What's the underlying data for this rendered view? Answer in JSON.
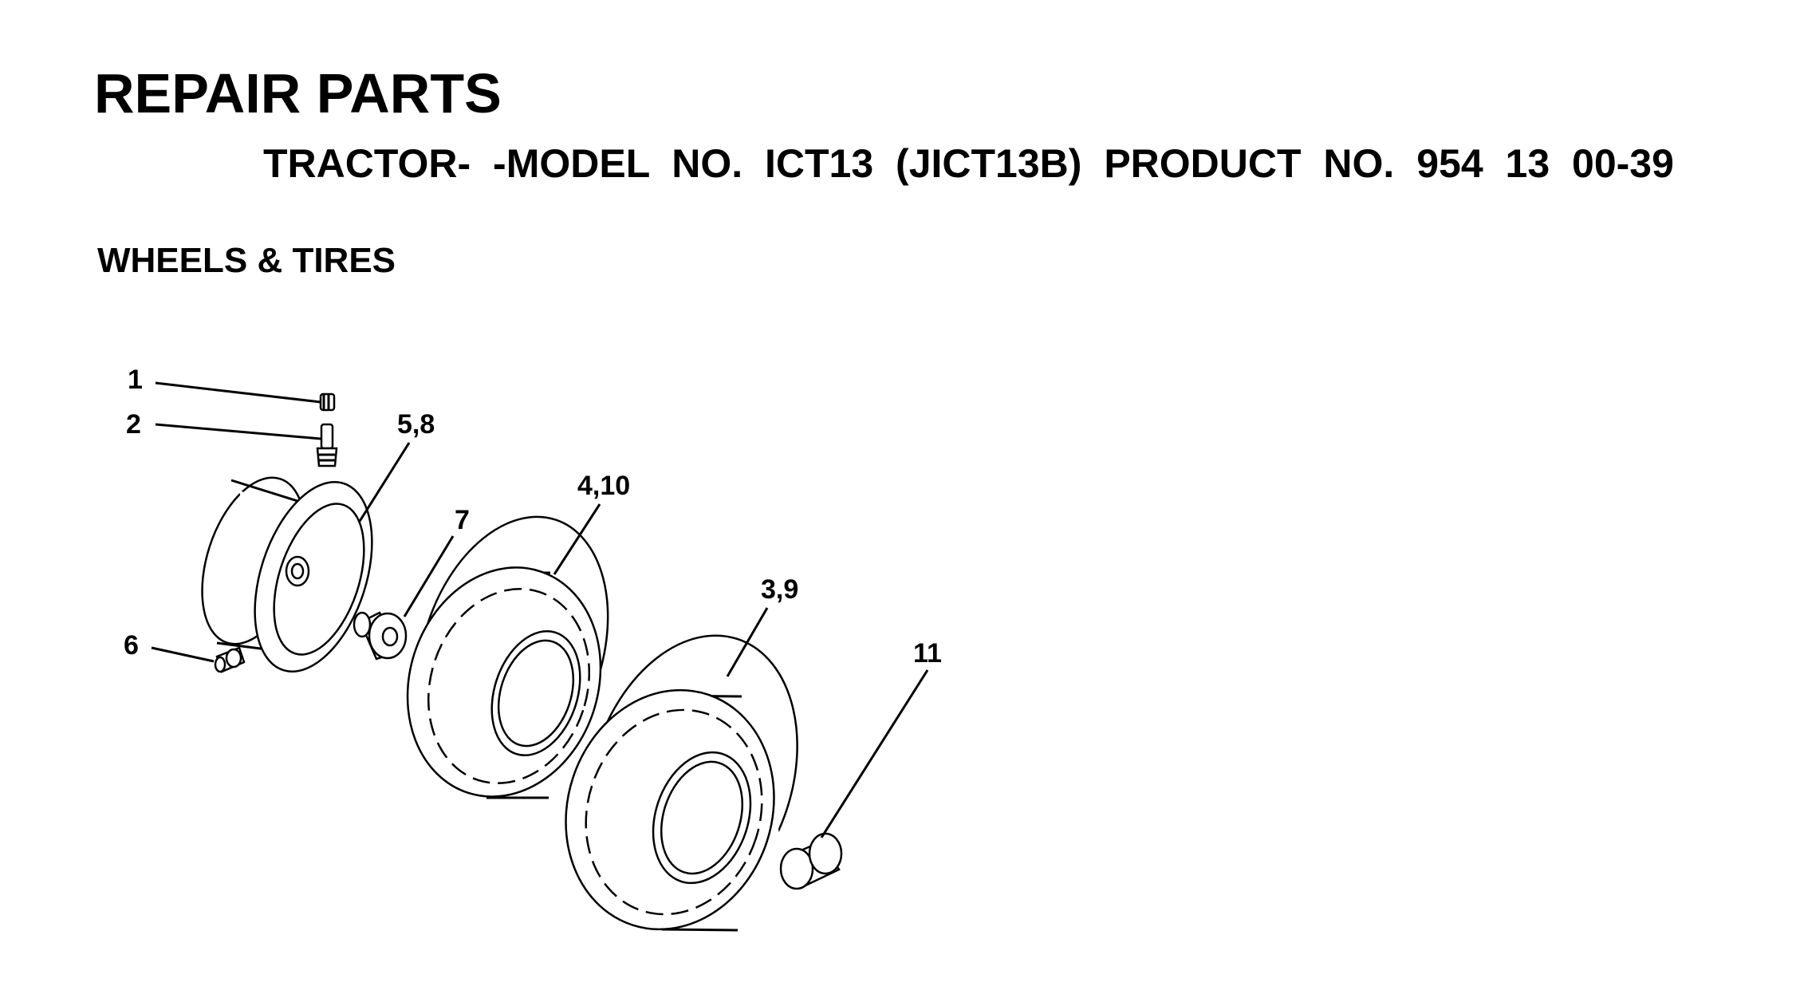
{
  "header": {
    "title": "REPAIR PARTS",
    "subtitle": "TRACTOR- -MODEL NO. ICT13 (JICT13B) PRODUCT NO. 954 13 00-39"
  },
  "section": {
    "title": "WHEELS & TIRES"
  },
  "callouts": {
    "c1": "1",
    "c2": "2",
    "c58": "5,8",
    "c7": "7",
    "c410": "4,10",
    "c39": "3,9",
    "c6": "6",
    "c11": "11"
  }
}
